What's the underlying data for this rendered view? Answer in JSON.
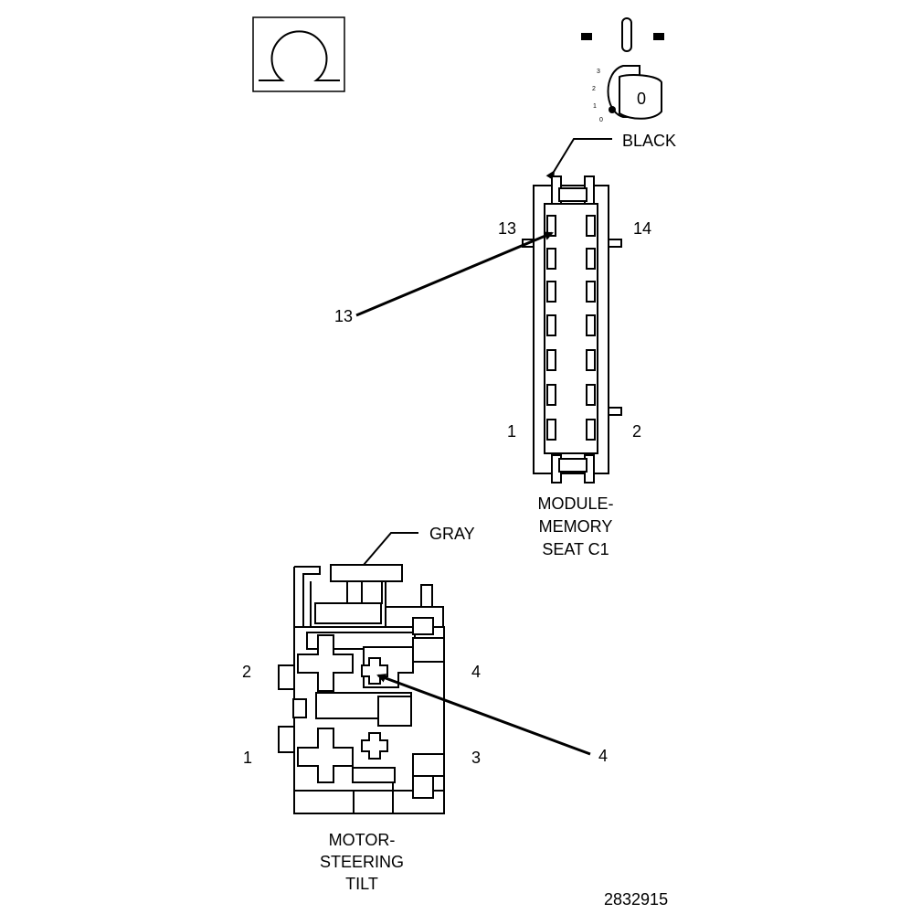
{
  "omega_symbol": "Ω",
  "key_icon": {
    "positions": [
      "3",
      "2",
      "1",
      "0"
    ],
    "key_label": "0"
  },
  "connector_c1": {
    "color_label": "BLACK",
    "pin_labels": {
      "top_left": "13",
      "top_right": "14",
      "bottom_left": "1",
      "bottom_right": "2"
    },
    "callout_pin": "13",
    "name_lines": [
      "MODULE-",
      "MEMORY",
      "SEAT C1"
    ]
  },
  "connector_motor": {
    "color_label": "GRAY",
    "pin_labels": {
      "upper_left": "2",
      "upper_right": "4",
      "lower_left": "1",
      "lower_right": "3"
    },
    "callout_pin": "4",
    "name_lines": [
      "MOTOR-",
      "STEERING",
      "TILT"
    ]
  },
  "figure_number": "2832915"
}
